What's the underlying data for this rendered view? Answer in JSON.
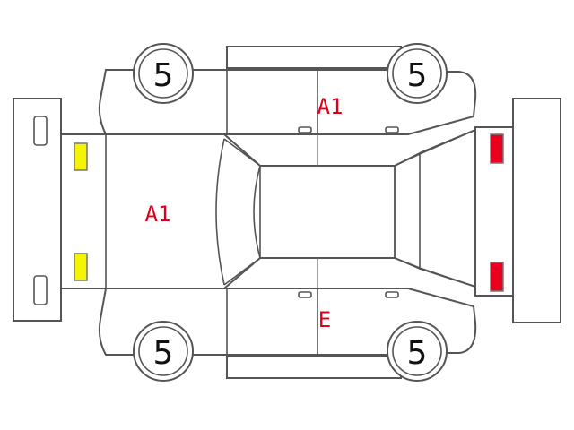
{
  "inspection_marks": {
    "roof": "A1",
    "hood": "A1",
    "right_side": "E"
  },
  "wheels": {
    "front_left": "5",
    "rear_left": "5",
    "front_right": "5",
    "rear_right": "5"
  },
  "colors": {
    "mark_text": "#e0001a",
    "headlight_fill": "#f5f500",
    "taillight_fill": "#e8001e",
    "outline": "#555555"
  }
}
